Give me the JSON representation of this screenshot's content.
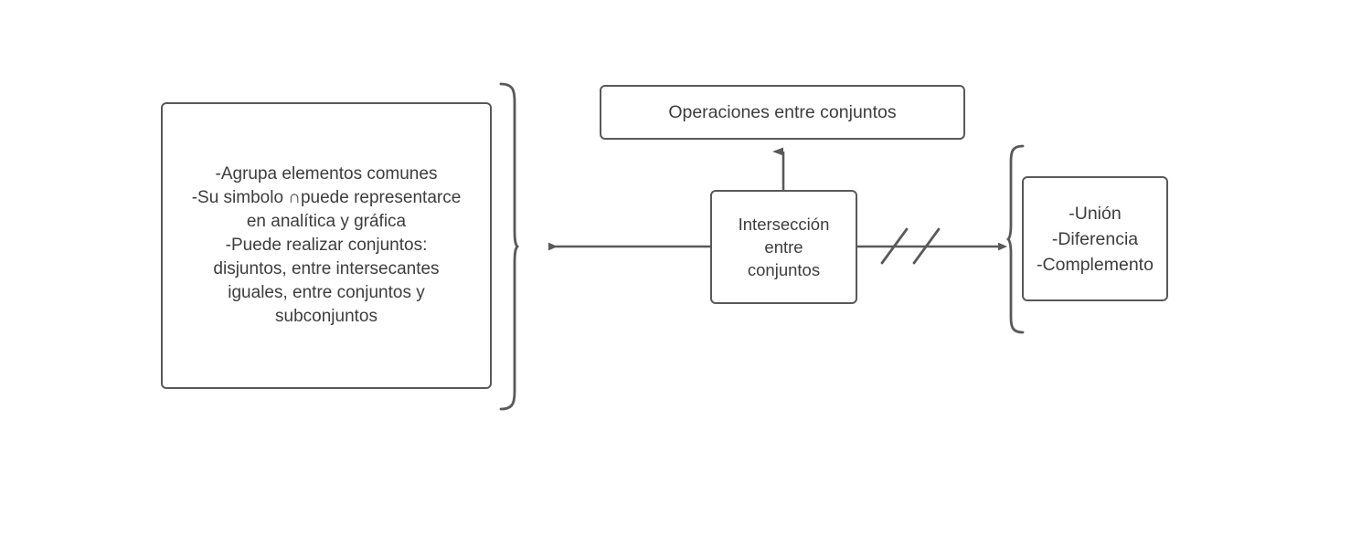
{
  "diagram": {
    "title": "Intersección entre conjuntos",
    "stroke_color": "#595959",
    "text_color": "#3d3d3d",
    "background_color": "#ffffff",
    "nodes": {
      "details": {
        "label": "-Agrupa elementos comunes\n-Su simbolo ∩puede representarce\nen analítica y gráfica\n-Puede realizar conjuntos:\ndisjuntos, entre intersecantes\niguales, entre conjuntos y\nsubconjuntos"
      },
      "operations": {
        "label": "Operaciones entre conjuntos"
      },
      "intersection": {
        "label": "Intersección\nentre\nconjuntos"
      },
      "operations_list": {
        "label": "-Unión\n-Diferencia\n-Complemento"
      }
    },
    "connectors": [
      {
        "name": "intersection-to-details",
        "from": "intersection",
        "to": "details-brace",
        "direction": "left",
        "arrowhead": true,
        "marks": 0
      },
      {
        "name": "intersection-to-operations",
        "from": "intersection",
        "to": "operations",
        "direction": "up",
        "arrowhead": true,
        "marks": 0
      },
      {
        "name": "intersection-to-operations-list",
        "from": "intersection",
        "to": "operations-list-brace",
        "direction": "right",
        "arrowhead": true,
        "marks": 2
      }
    ],
    "braces": [
      {
        "name": "details-brace",
        "orientation": "right-facing",
        "groups": "details"
      },
      {
        "name": "operations-list-brace",
        "orientation": "left-facing",
        "groups": "operations_list"
      }
    ]
  }
}
